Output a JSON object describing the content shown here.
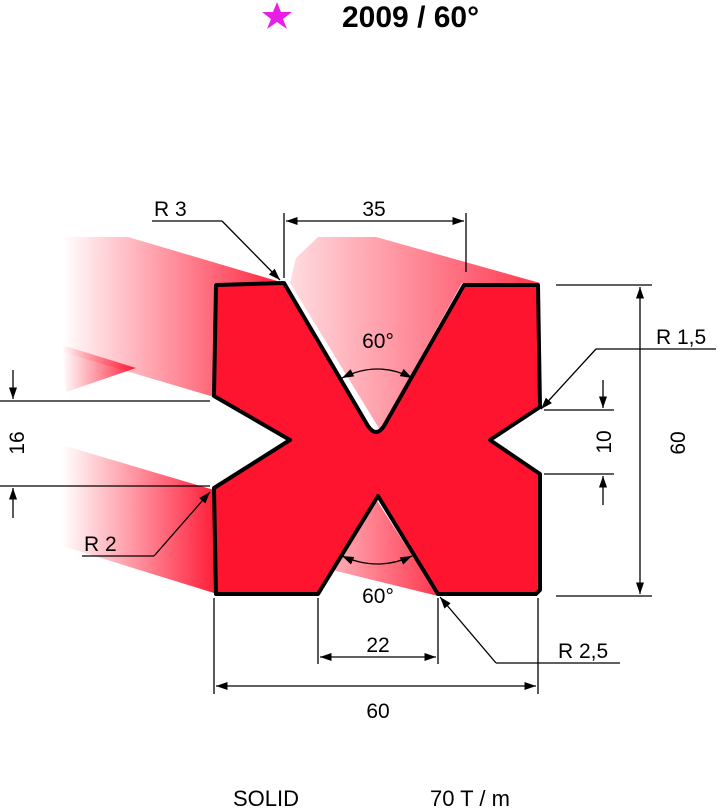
{
  "header": {
    "star_icon": "star-icon",
    "star_color": "#e81ee8",
    "title": "2009 / 60°"
  },
  "profile": {
    "fill_color": "#ff1430",
    "outline_color": "#000000"
  },
  "dimensions": {
    "top_opening": "35",
    "top_angle": "60°",
    "bottom_angle": "60°",
    "bottom_opening": "22",
    "overall_width": "60",
    "overall_height": "60",
    "right_notch": "10",
    "left_notch": "16",
    "radius_top_left": "R 3",
    "radius_right": "R 1,5",
    "radius_left": "R 2",
    "radius_bottom": "R 2,5"
  },
  "footer": {
    "type": "SOLID",
    "capacity": "70 T / m"
  }
}
